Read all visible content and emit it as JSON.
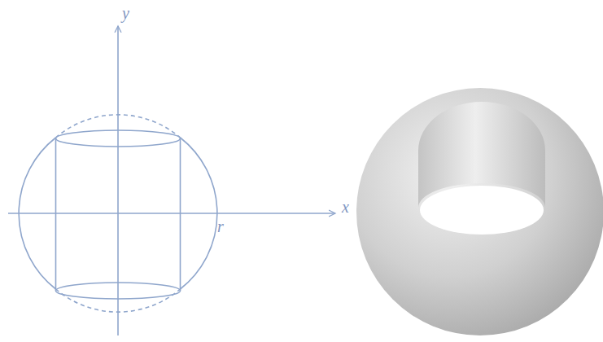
{
  "diagram": {
    "labels": [
      "y",
      "x",
      "r"
    ]
  }
}
